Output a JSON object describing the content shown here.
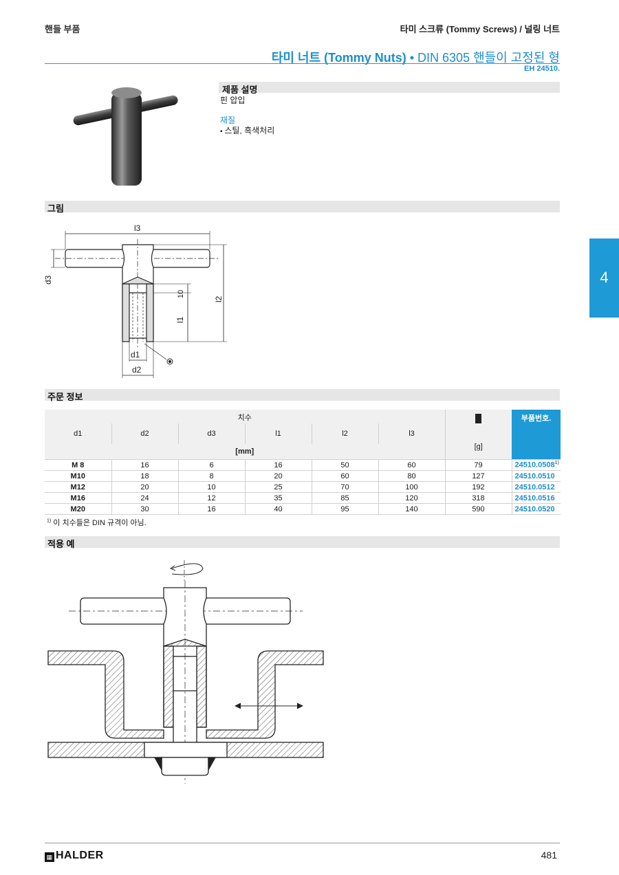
{
  "header": {
    "left": "핸들 부품",
    "right": "타미 스크류 (Tommy Screws) / 널링 너트"
  },
  "title": {
    "bold": "타미 너트 (Tommy Nuts)",
    "rest": " • DIN 6305 핸들이 고정된 형",
    "code": "EH 24510."
  },
  "description": {
    "heading": "제품 설명",
    "text": "핀 압입",
    "material_label": "재질",
    "material": "스틸, 흑색처리"
  },
  "sections": {
    "drawing": "그림",
    "order": "주문 정보",
    "application": "적용 예"
  },
  "tab": "4",
  "drawing_labels": {
    "l3": "l3",
    "d3": "d3",
    "ten": "10",
    "l1": "l1",
    "l2": "l2",
    "d1": "d1",
    "d2": "d2"
  },
  "table": {
    "group_label": "치수",
    "columns": [
      "d1",
      "d2",
      "d3",
      "l1",
      "l2",
      "l3"
    ],
    "unit_mm": "[mm]",
    "unit_g": "[g]",
    "part_label": "부품번호.",
    "rows": [
      {
        "d1": "M 8",
        "d2": "16",
        "d3": "6",
        "l1": "16",
        "l2": "50",
        "l3": "60",
        "g": "79",
        "pn": "24510.0508",
        "fn": "1)"
      },
      {
        "d1": "M10",
        "d2": "18",
        "d3": "8",
        "l1": "20",
        "l2": "60",
        "l3": "80",
        "g": "127",
        "pn": "24510.0510",
        "fn": ""
      },
      {
        "d1": "M12",
        "d2": "20",
        "d3": "10",
        "l1": "25",
        "l2": "70",
        "l3": "100",
        "g": "192",
        "pn": "24510.0512",
        "fn": ""
      },
      {
        "d1": "M16",
        "d2": "24",
        "d3": "12",
        "l1": "35",
        "l2": "85",
        "l3": "120",
        "g": "318",
        "pn": "24510.0516",
        "fn": ""
      },
      {
        "d1": "M20",
        "d2": "30",
        "d3": "16",
        "l1": "40",
        "l2": "95",
        "l3": "140",
        "g": "590",
        "pn": "24510.0520",
        "fn": ""
      }
    ],
    "footnote_mark": "1)",
    "footnote": "이 치수들은 DIN 규격이 아님."
  },
  "footer": {
    "logo": "HALDER",
    "page": "481"
  },
  "colors": {
    "accent": "#1e9ad6",
    "section_bar": "#e6e6e6"
  }
}
